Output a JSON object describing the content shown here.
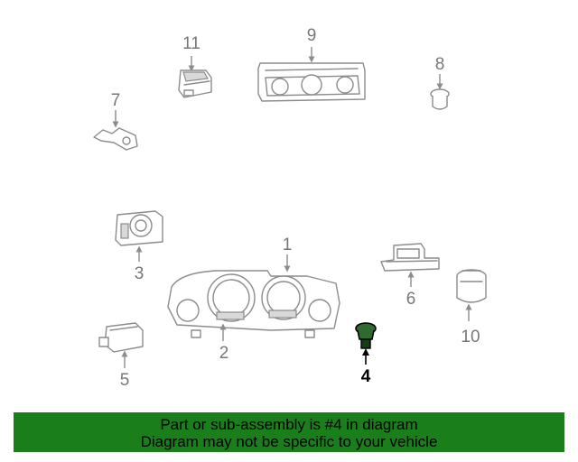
{
  "callouts": [
    {
      "id": "1",
      "label": "1"
    },
    {
      "id": "2",
      "label": "2"
    },
    {
      "id": "3",
      "label": "3"
    },
    {
      "id": "4",
      "label": "4"
    },
    {
      "id": "5",
      "label": "5"
    },
    {
      "id": "6",
      "label": "6"
    },
    {
      "id": "7",
      "label": "7"
    },
    {
      "id": "8",
      "label": "8"
    },
    {
      "id": "9",
      "label": "9"
    },
    {
      "id": "10",
      "label": "10"
    },
    {
      "id": "11",
      "label": "11"
    }
  ],
  "highlight_color": "#1a7f1a",
  "banner": {
    "line1": "Part or sub-assembly is #4 in diagram",
    "line2": "Diagram may not be specific to your vehicle"
  }
}
